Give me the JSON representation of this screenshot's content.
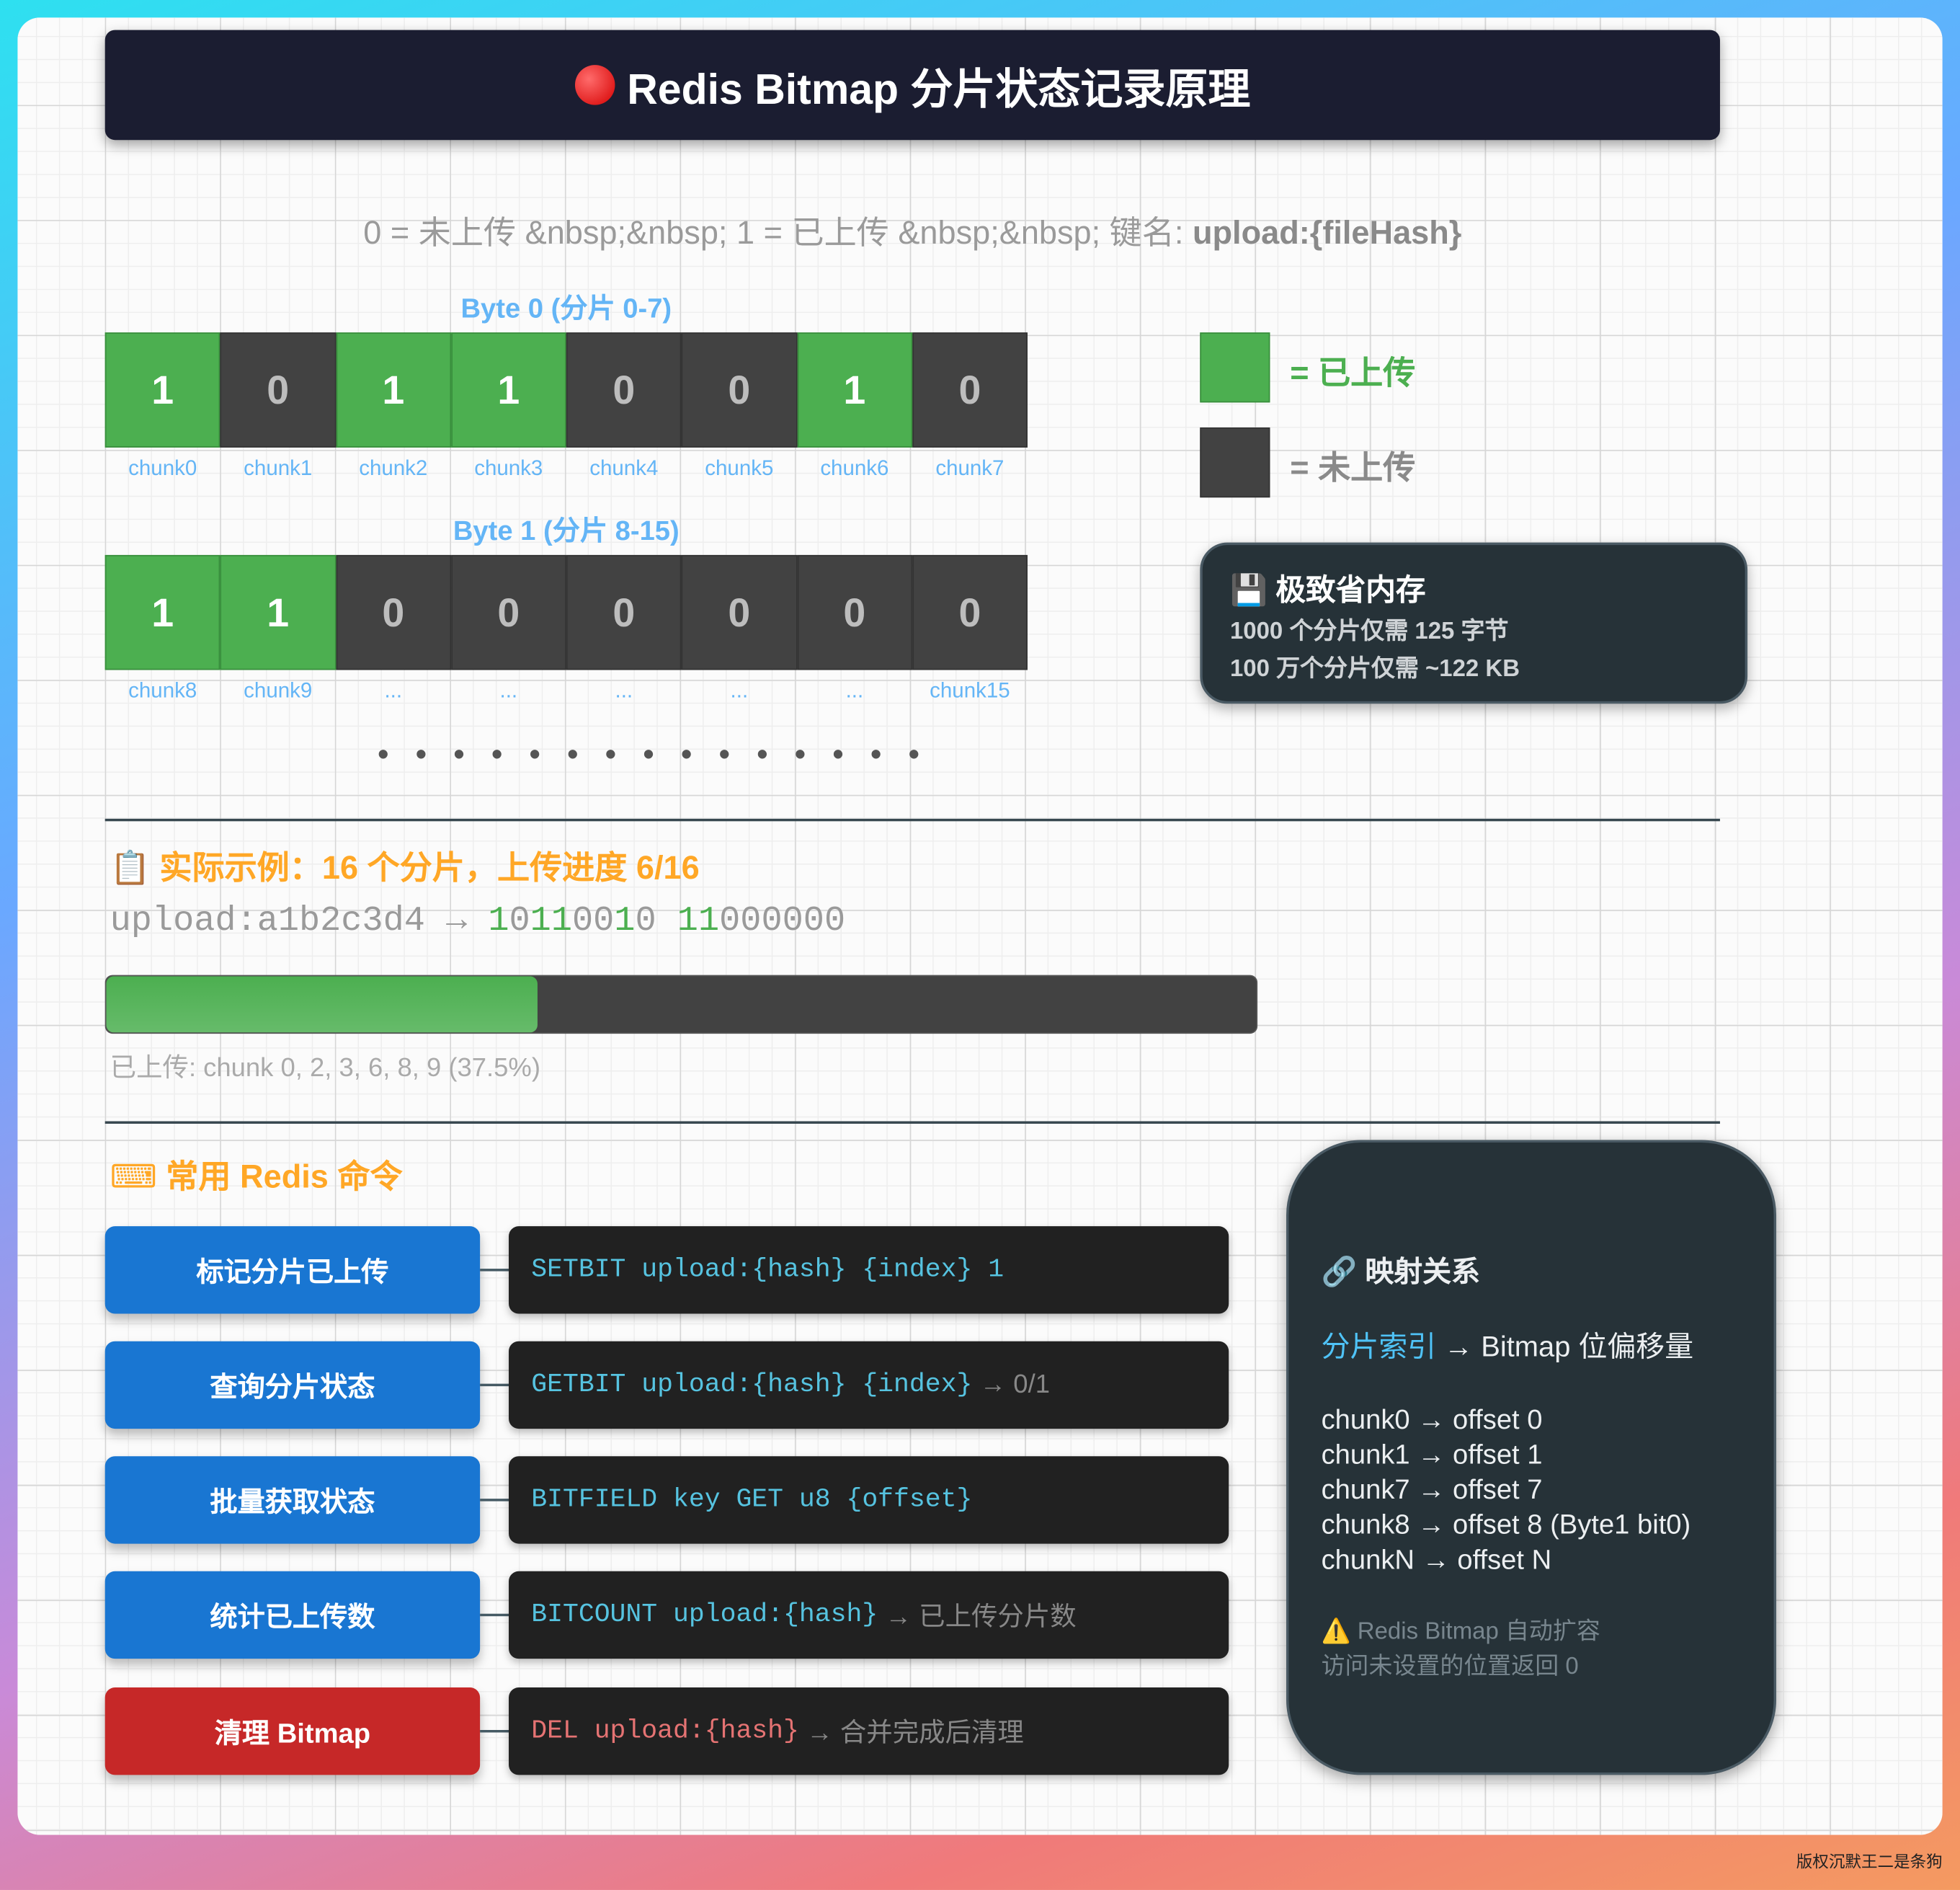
{
  "title": "Redis Bitmap 分片状态记录原理",
  "subtitle": {
    "text": "0 = 未上传 &nbsp;&nbsp; 1 = 已上传 &nbsp;&nbsp; 键名: ",
    "key": "upload:{fileHash}"
  },
  "bytes": [
    {
      "label": "Byte 0 (分片 0-7)",
      "bits": [
        "1",
        "0",
        "1",
        "1",
        "0",
        "0",
        "1",
        "0"
      ],
      "labels": [
        "chunk0",
        "chunk1",
        "chunk2",
        "chunk3",
        "chunk4",
        "chunk5",
        "chunk6",
        "chunk7"
      ]
    },
    {
      "label": "Byte 1 (分片 8-15)",
      "bits": [
        "1",
        "1",
        "0",
        "0",
        "0",
        "0",
        "0",
        "0"
      ],
      "labels": [
        "chunk8",
        "chunk9",
        "...",
        "...",
        "...",
        "...",
        "...",
        "chunk15"
      ]
    }
  ],
  "dots": "• • • • • • • • • • • • • • •",
  "legend": {
    "uploaded": "= 已上传",
    "not_uploaded": "= 未上传"
  },
  "memory": {
    "title": "极致省内存",
    "line1": "1000 个分片仅需 125 字节",
    "line2": "100 万个分片仅需 ~122 KB"
  },
  "example": {
    "title": "实际示例：16 个分片，上传进度 6/16",
    "key": "upload:a1b2c3d4 → ",
    "bits": [
      "1",
      "0",
      "1",
      "1",
      "0",
      "0",
      "1",
      "0",
      " ",
      "1",
      "1",
      "0",
      "0",
      "0",
      "0",
      "0",
      "0"
    ],
    "progress_percent": 37.5,
    "caption": "已上传: chunk 0, 2, 3, 6, 8, 9 (37.5%)"
  },
  "commands": {
    "title": "常用 Redis 命令",
    "items": [
      {
        "label": "标记分片已上传",
        "cmd": "SETBIT upload:{hash} {index} 1",
        "note": ""
      },
      {
        "label": "查询分片状态",
        "cmd": "GETBIT upload:{hash} {index}",
        "note": "→ 0/1"
      },
      {
        "label": "批量获取状态",
        "cmd": "BITFIELD key GET u8 {offset}",
        "note": ""
      },
      {
        "label": "统计已上传数",
        "cmd": "BITCOUNT upload:{hash}",
        "note": "→ 已上传分片数"
      },
      {
        "label": "清理 Bitmap",
        "cmd": "DEL upload:{hash}",
        "note": "→ 合并完成后清理"
      }
    ]
  },
  "mapping": {
    "title": "映射关系",
    "sub_colored": "分片索引",
    "sub_rest": " → Bitmap 位偏移量",
    "lines": [
      "chunk0 → offset 0",
      "chunk1 → offset 1",
      "chunk7 → offset 7",
      "chunk8 → offset 8 (Byte1 bit0)",
      "chunkN → offset N"
    ],
    "warn1": "Redis Bitmap 自动扩容",
    "warn2": "访问未设置的位置返回 0"
  },
  "watermark": "版权沉默王二是条狗",
  "colors": {
    "green": "#4caf50",
    "dark": "#424242",
    "blue": "#1976d2",
    "red": "#c62828",
    "orange": "#ffa726"
  }
}
